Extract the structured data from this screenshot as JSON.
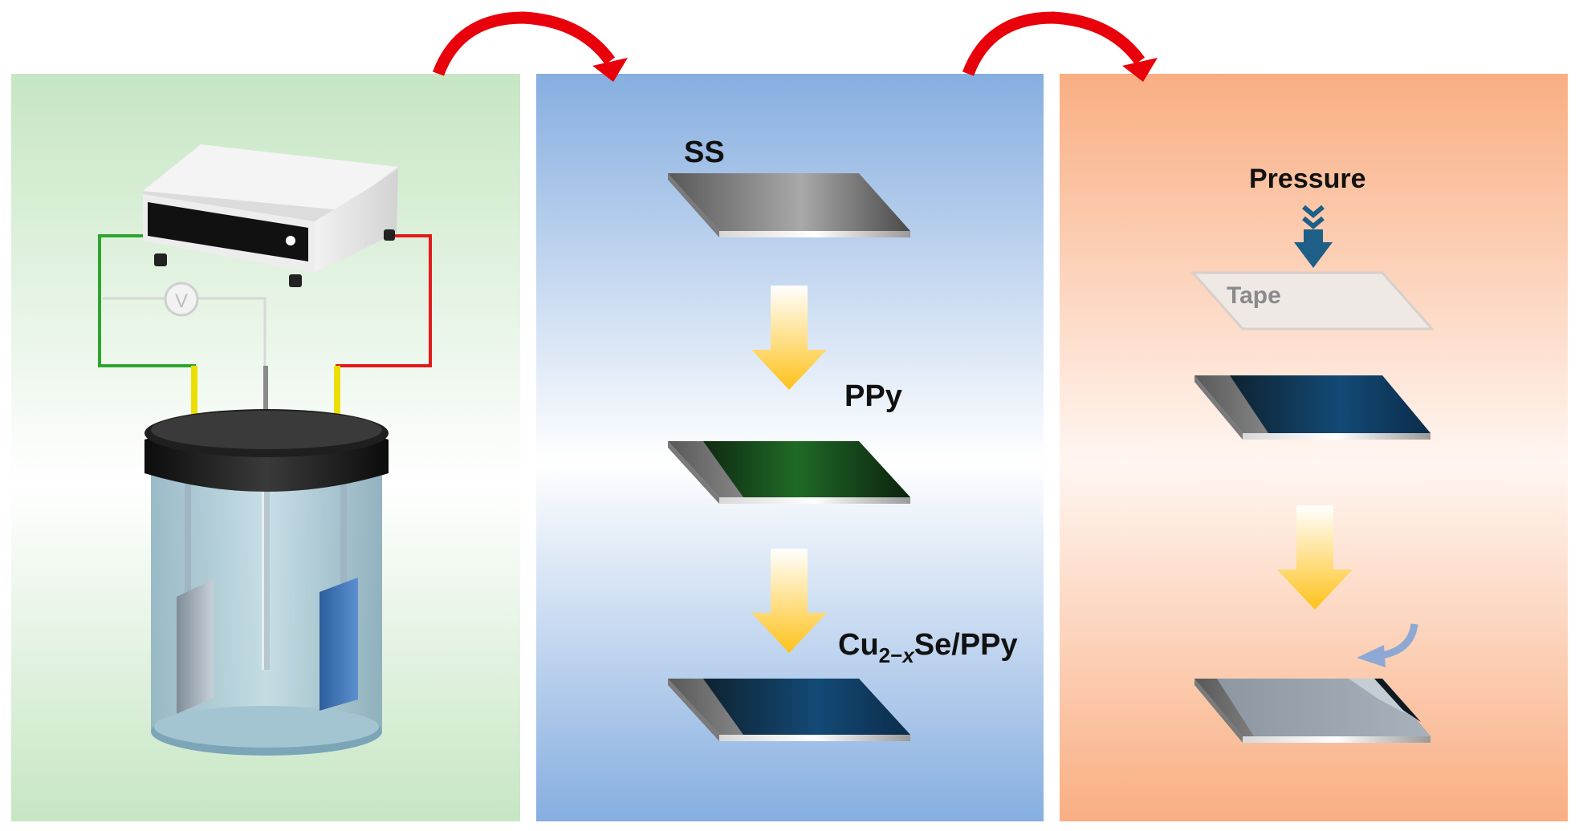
{
  "labels": {
    "ss": "SS",
    "ppy": "PPy",
    "cu_main": "Cu",
    "cu_sub": "2−",
    "cu_sub_var": "x",
    "cu_rest": "Se/PPy",
    "pressure": "Pressure",
    "tape": "Tape",
    "voltmeter": "V"
  },
  "colors": {
    "panel1_edge": "#c6e6c3",
    "panel2_edge": "#86aee0",
    "panel3_edge": "#f9ae82",
    "arrow_red": "#e8000b",
    "wire_green": "#2fa52f",
    "wire_red": "#e11a1a",
    "wire_yellow": "#ecdf00",
    "ppy_film": "#1c6a24",
    "cu_film": "#0d3f68",
    "pressure_arrow": "#1d5f86",
    "flow_arrow": "#ffc21a"
  },
  "icons": {
    "potentiostat": "potentiostat-icon",
    "beaker": "electrochemical-cell-icon",
    "voltmeter": "voltmeter-icon",
    "step_arrow": "process-arrow-icon",
    "peel": "peel-arrow-icon"
  }
}
